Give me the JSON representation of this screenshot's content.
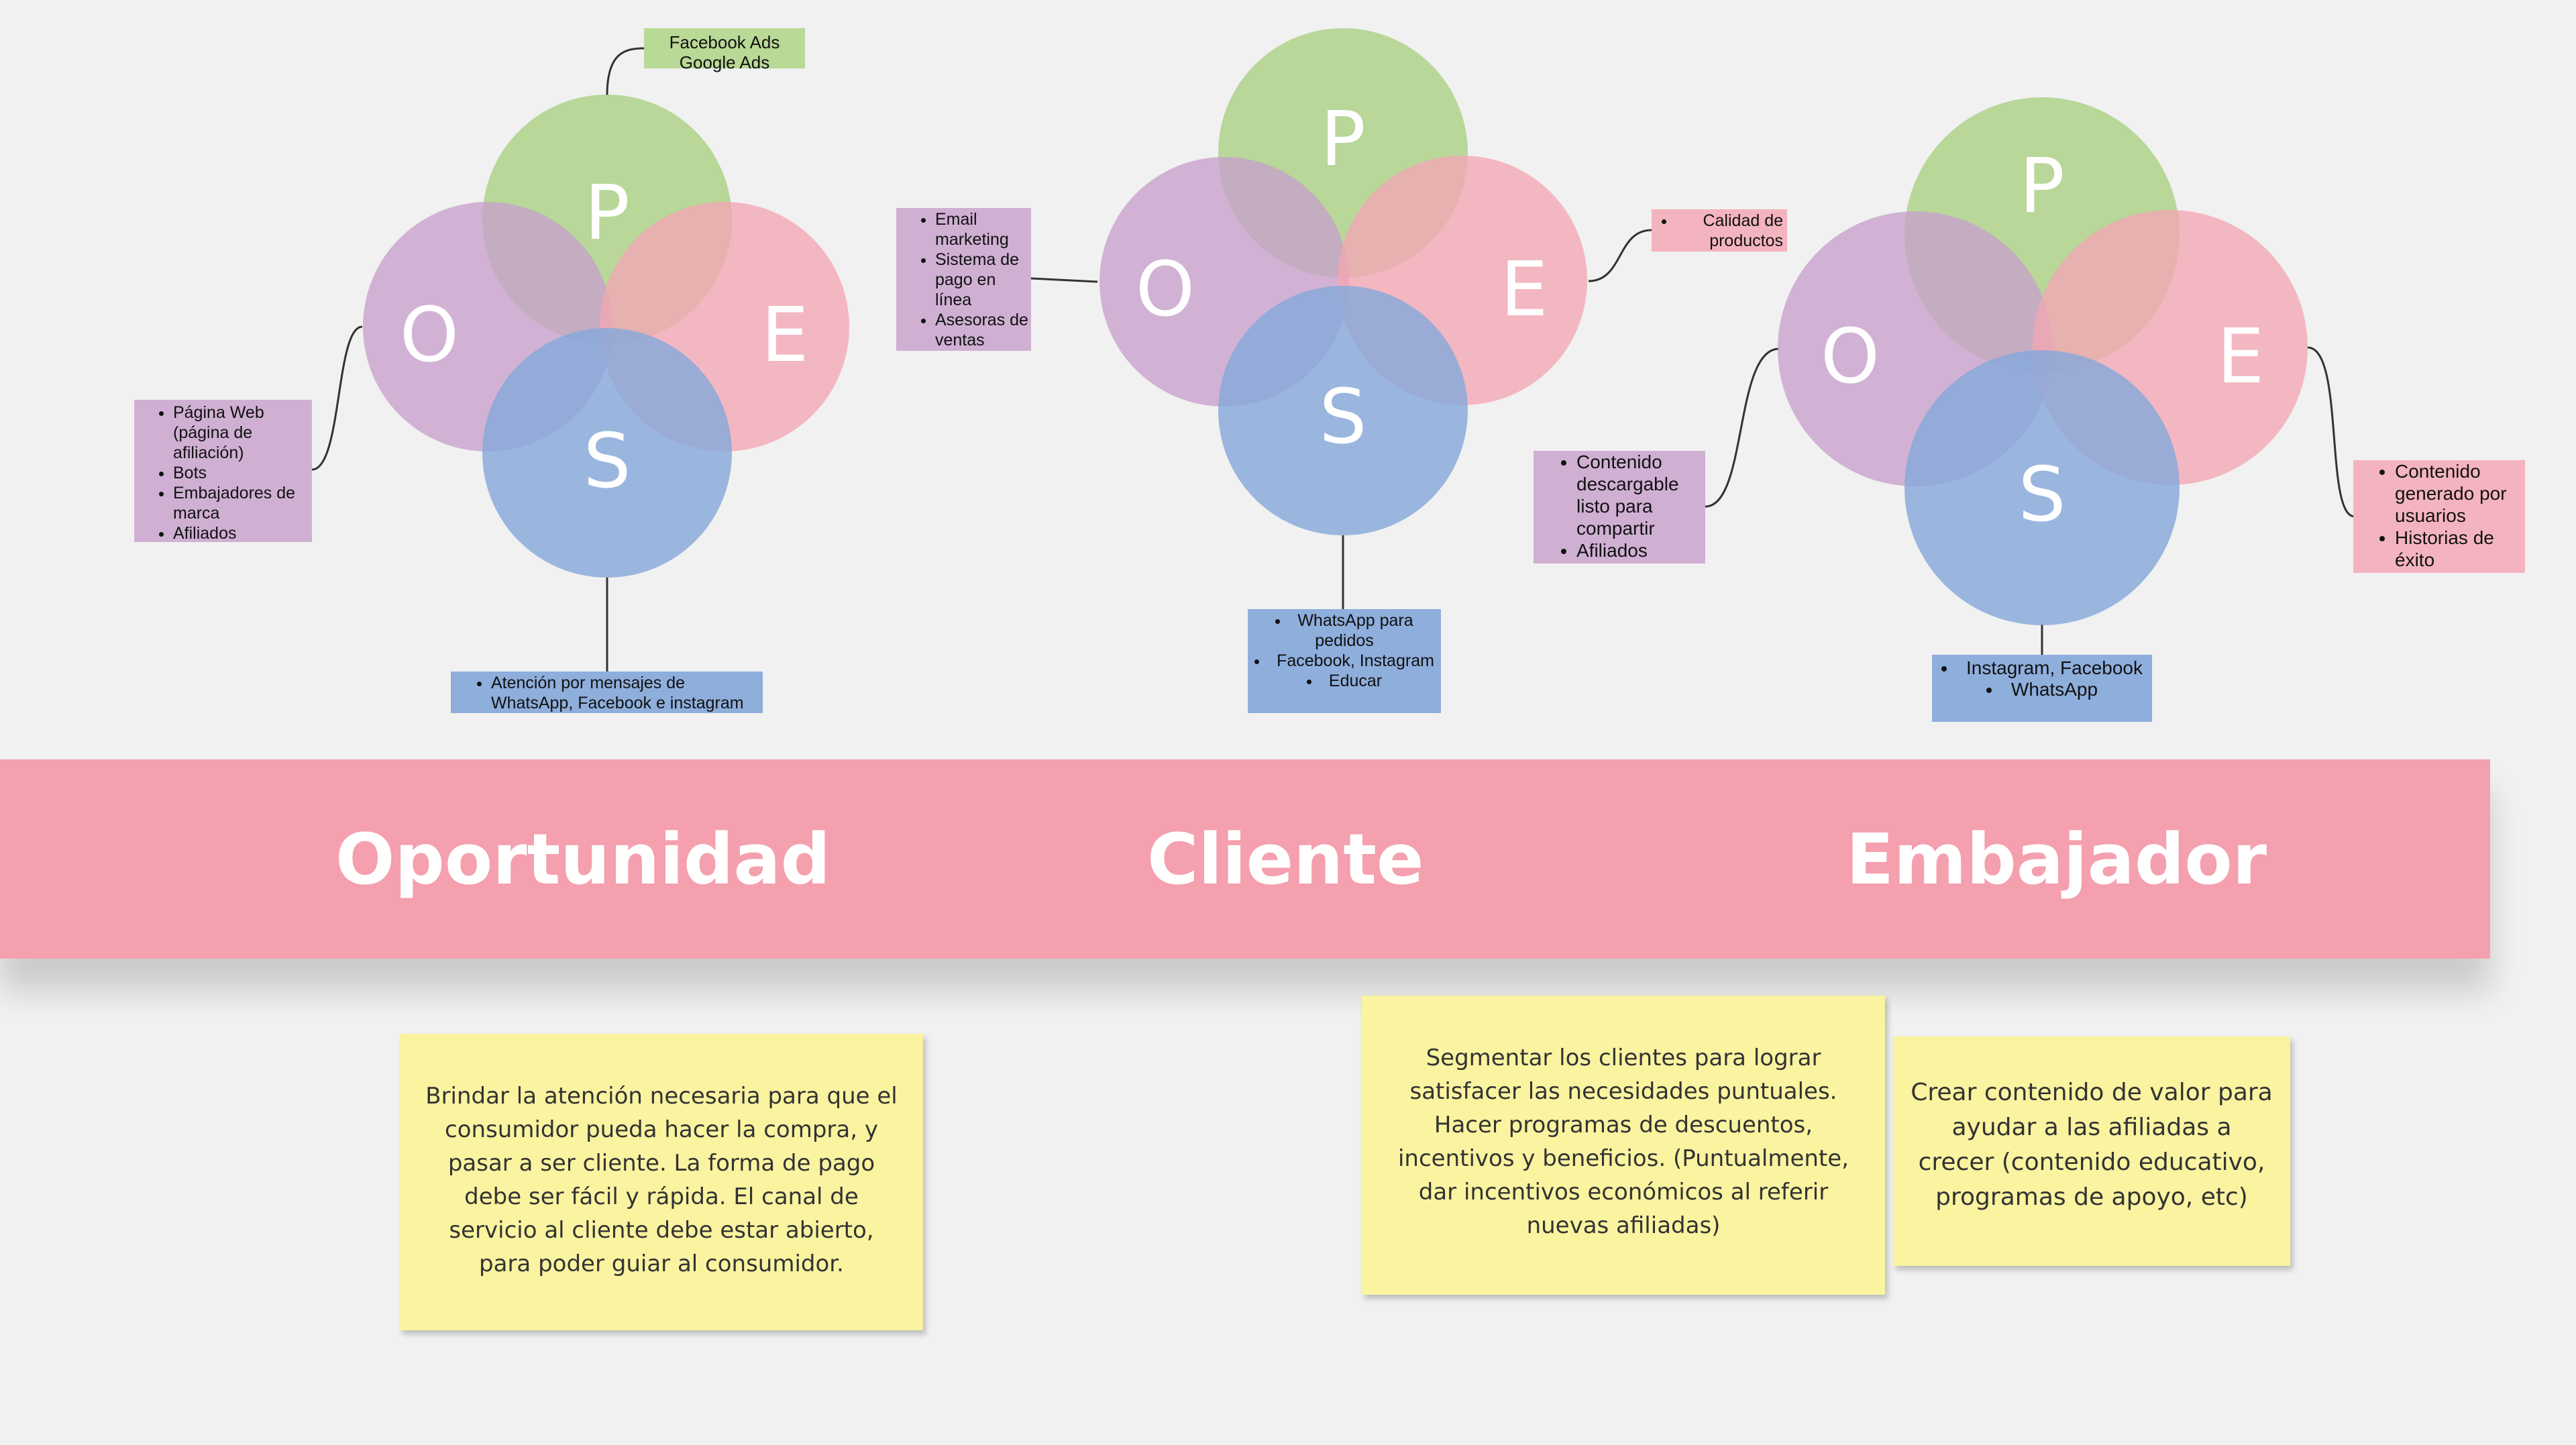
{
  "stages": [
    {
      "label": "Oportunidad",
      "circles": {
        "p": "P",
        "o": "O",
        "e": "E",
        "s": "S"
      },
      "p_items": [
        "Facebook Ads",
        "Google Ads"
      ],
      "o_items": [
        "Página Web (página de afiliación)",
        "Bots",
        "Embajadores de marca",
        "Afiliados"
      ],
      "e_items": [],
      "s_items": [
        "Atención por mensajes de WhatsApp, Facebook e instagram"
      ],
      "note": "Brindar la atención necesaria para que el consumidor pueda hacer la compra, y pasar a ser cliente. La forma de pago debe ser fácil y rápida. El canal de servicio al cliente debe estar abierto, para poder guiar al consumidor."
    },
    {
      "label": "Cliente",
      "circles": {
        "p": "P",
        "o": "O",
        "e": "E",
        "s": "S"
      },
      "o_items": [
        "Email marketing",
        "Sistema de pago en línea",
        "Asesoras de ventas"
      ],
      "e_items": [
        "Calidad de productos"
      ],
      "s_items": [
        "WhatsApp para pedidos",
        "Facebook, Instagram",
        "Educar"
      ],
      "note": "Segmentar los clientes para lograr satisfacer las necesidades puntuales. Hacer programas de descuentos, incentivos y beneficios. (Puntualmente, dar incentivos económicos al referir nuevas afiliadas)"
    },
    {
      "label": "Embajador",
      "circles": {
        "p": "P",
        "o": "O",
        "e": "E",
        "s": "S"
      },
      "o_items": [
        "Contenido descargable listo para compartir",
        "Afiliados"
      ],
      "e_items": [
        "Contenido generado por usuarios",
        "Historias de éxito"
      ],
      "s_items": [
        "Instagram, Facebook",
        "WhatsApp"
      ],
      "note": "Crear contenido de valor para ayudar a las afiliadas a crecer (contenido educativo, programas de apoyo, etc)"
    }
  ],
  "colors": {
    "background": "#f1f1f1",
    "p_green": "#a8d080",
    "o_purple": "#c8a0cc",
    "e_red": "#f4a6b3",
    "s_blue": "#86a8db",
    "band": "#f4a0ae",
    "note": "#faf3a0"
  }
}
